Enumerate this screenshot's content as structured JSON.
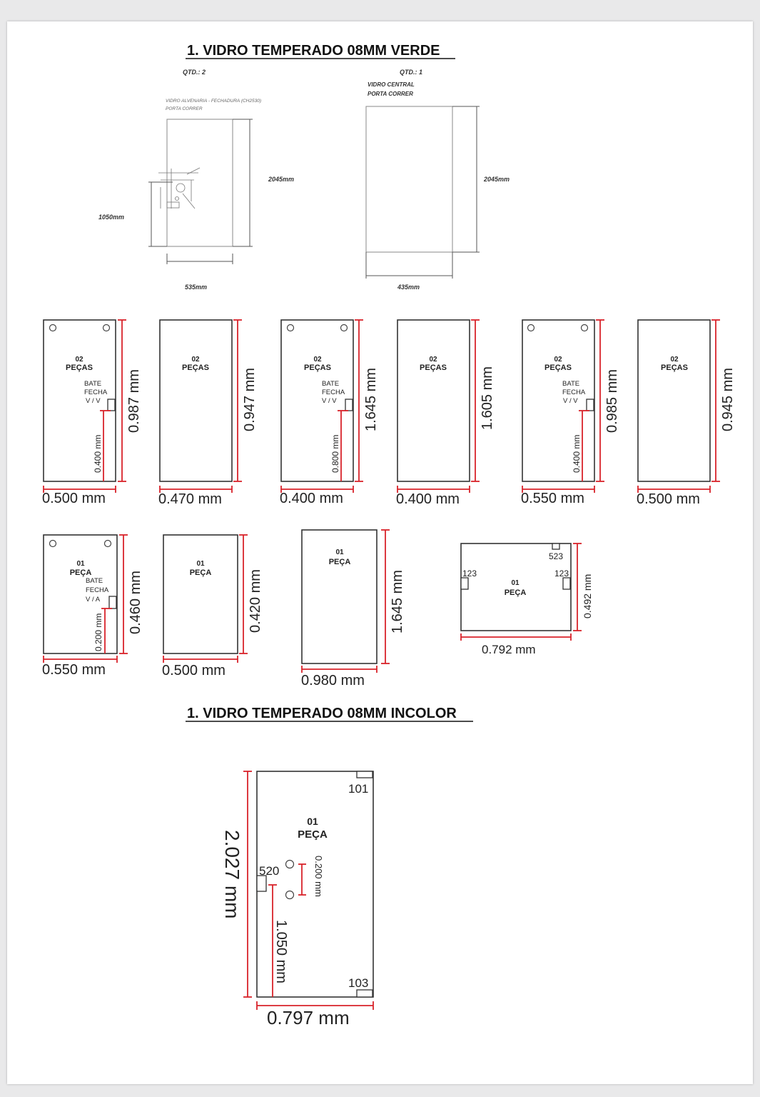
{
  "sections": [
    {
      "title": "1. VIDRO TEMPERADO 08MM VERDE"
    },
    {
      "title": "1. VIDRO TEMPERADO 08MM INCOLOR"
    }
  ],
  "top_left": {
    "qtd": "QTD.: 2",
    "desc_line1": "VIDRO ALVENARIA - FECHADURA (CH2530)",
    "desc_line2": "PORTA CORRER",
    "height": "2045mm",
    "width": "535mm",
    "lock_height": "1050mm"
  },
  "top_right": {
    "qtd": "QTD.: 1",
    "desc_line1": "VIDRO CENTRAL",
    "desc_line2": "PORTA CORRER",
    "height": "2045mm",
    "width": "435mm"
  },
  "row1": [
    {
      "qty": "02",
      "unit": "PEÇAS",
      "width": "0.500 mm",
      "height": "0.987 mm",
      "holes": true,
      "strike": [
        "BATE",
        "FECHA",
        "V / V"
      ],
      "strike_height": "0.400 mm"
    },
    {
      "qty": "02",
      "unit": "PEÇAS",
      "width": "0.470 mm",
      "height": "0.947 mm"
    },
    {
      "qty": "02",
      "unit": "PEÇAS",
      "width": "0.400 mm",
      "height": "1.645 mm",
      "holes": true,
      "strike": [
        "BATE",
        "FECHA",
        "V / V"
      ],
      "strike_height": "0.800 mm"
    },
    {
      "qty": "02",
      "unit": "PEÇAS",
      "width": "0.400 mm",
      "height": "1.605 mm"
    },
    {
      "qty": "02",
      "unit": "PEÇAS",
      "width": "0.550 mm",
      "height": "0.985 mm",
      "holes": true,
      "strike": [
        "BATE",
        "FECHA",
        "V / V"
      ],
      "strike_height": "0.400 mm"
    },
    {
      "qty": "02",
      "unit": "PEÇAS",
      "width": "0.500 mm",
      "height": "0.945 mm"
    }
  ],
  "row2": [
    {
      "qty": "01",
      "unit": "PEÇA",
      "width": "0.550 mm",
      "height": "0.460 mm",
      "holes": true,
      "strike": [
        "BATE",
        "FECHA",
        "V / A"
      ],
      "strike_height": "0.200 mm"
    },
    {
      "qty": "01",
      "unit": "PEÇA",
      "width": "0.500 mm",
      "height": "0.420 mm"
    },
    {
      "qty": "01",
      "unit": "PEÇA",
      "width": "0.980 mm",
      "height": "1.645 mm"
    },
    {
      "qty": "01",
      "unit": "PEÇA",
      "width": "0.792 mm",
      "height": "0.492 mm",
      "cut_top": "523",
      "cut_left": "123",
      "cut_right": "123"
    }
  ],
  "incolor": {
    "qty": "01",
    "unit": "PEÇA",
    "width": "0.797 mm",
    "height": "2.027 mm",
    "cut_top_right": "101",
    "cut_bottom_right": "103",
    "cut_left": "520",
    "hole_spacing": "0.200 mm",
    "lock_height": "1.050 mm"
  }
}
